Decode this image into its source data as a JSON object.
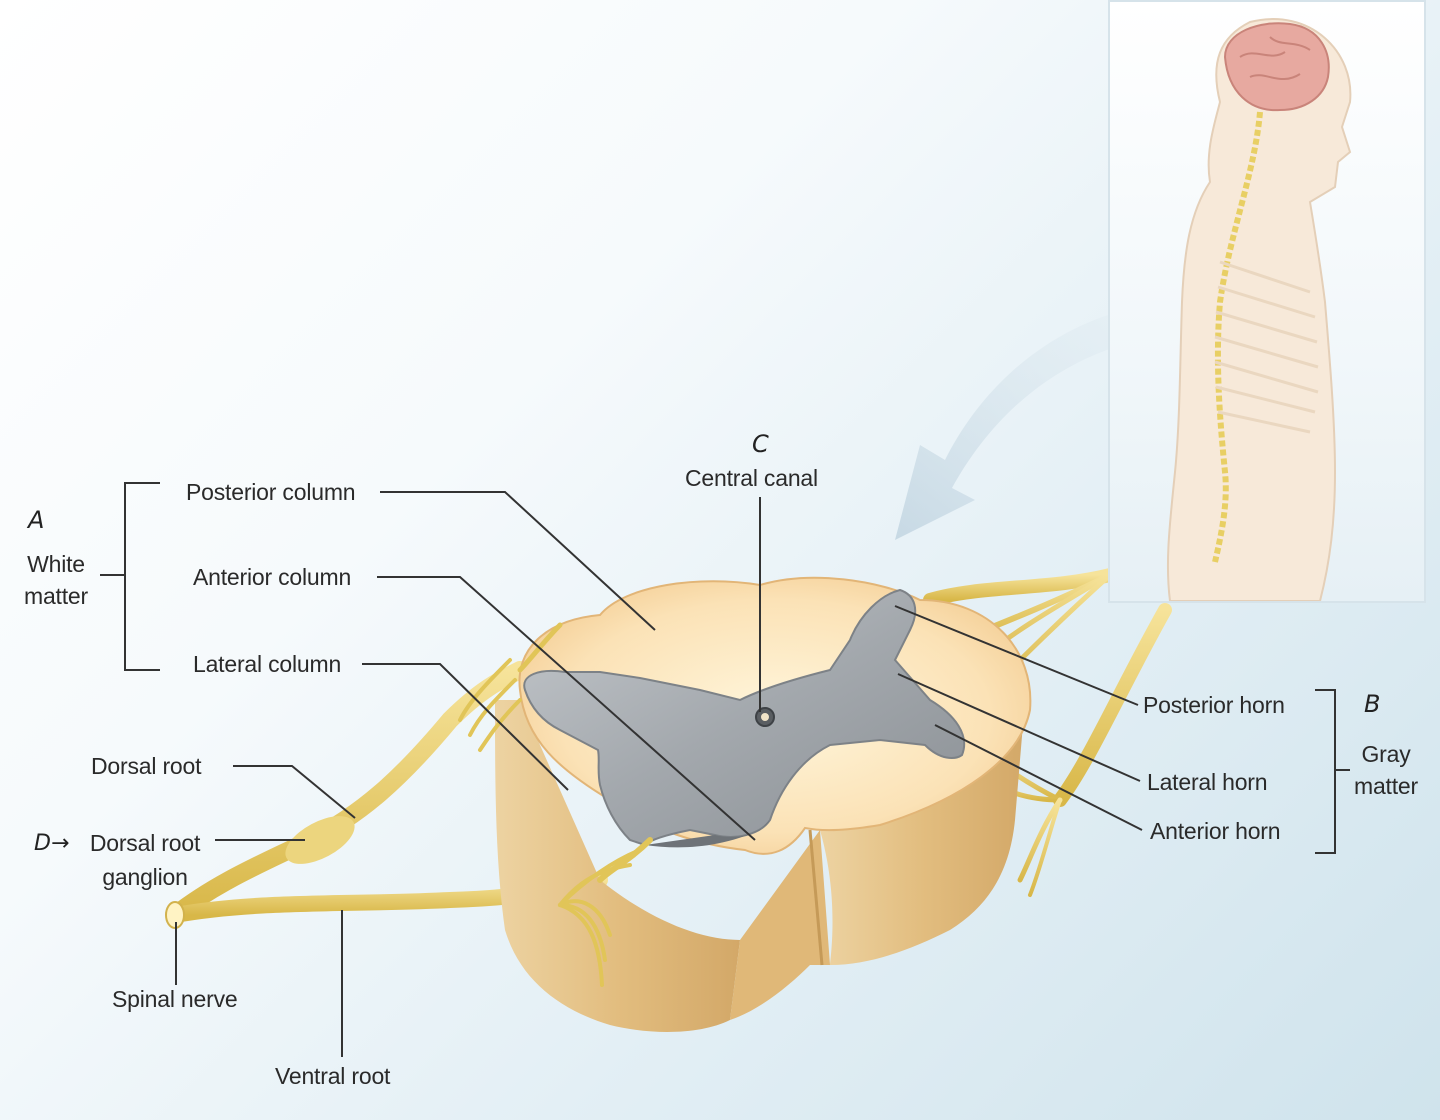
{
  "labels": {
    "white_matter": "White\nmatter",
    "posterior_column": "Posterior column",
    "anterior_column": "Anterior column",
    "lateral_column": "Lateral column",
    "central_canal": "Central canal",
    "posterior_horn": "Posterior horn",
    "lateral_horn": "Lateral horn",
    "anterior_horn": "Anterior horn",
    "gray_matter": "Gray\nmatter",
    "dorsal_root": "Dorsal root",
    "dorsal_root_ganglion": "Dorsal root\nganglion",
    "spinal_nerve": "Spinal nerve",
    "ventral_root": "Ventral root"
  },
  "annotations": {
    "a": "A",
    "b": "B",
    "c": "C",
    "d": "D→"
  },
  "colors": {
    "nerve": "#e9d27a",
    "nerve_dark": "#c9a93a",
    "white_matter_top": "#f7d9a4",
    "white_matter_side": "#e3bd7c",
    "gray_matter": "#9ea3a8",
    "gray_matter_dark": "#6e7378",
    "leader_line": "#333333"
  }
}
